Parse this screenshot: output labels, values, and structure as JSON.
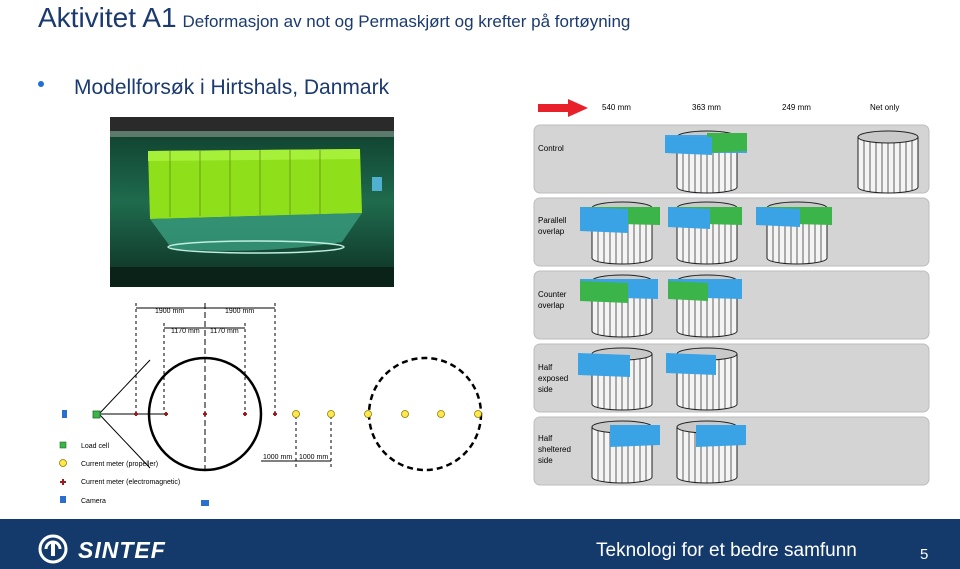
{
  "slide": {
    "title": "Aktivitet A1",
    "subtitle": "Deformasjon av not og Permaskjørt og krefter på fortøyning",
    "bullet": "Modellforsøk i Hirtshals, Danmark"
  },
  "diagram": {
    "dim_top_a": "1900 mm",
    "dim_top_b": "1900 mm",
    "dim_mid_a": "1170 mm",
    "dim_mid_b": "1170 mm",
    "dim_bottom_a": "1000 mm",
    "dim_bottom_b": "1000 mm",
    "legend": [
      {
        "symbol": "green-square",
        "label": "Load cell"
      },
      {
        "symbol": "yellow-circle",
        "label": "Current meter (propeller)"
      },
      {
        "symbol": "red-cross",
        "label": "Current meter (electromagnetic)"
      },
      {
        "symbol": "blue-camera",
        "label": "Camera"
      }
    ]
  },
  "configs": {
    "columns": [
      "540 mm",
      "363 mm",
      "249 mm",
      "Net only"
    ],
    "rows": [
      {
        "label_line1": "Control",
        "label_line2": "",
        "label_line3": ""
      },
      {
        "label_line1": "Parallell",
        "label_line2": "overlap",
        "label_line3": ""
      },
      {
        "label_line1": "Counter",
        "label_line2": "overlap",
        "label_line3": ""
      },
      {
        "label_line1": "Half",
        "label_line2": "exposed",
        "label_line3": "side"
      },
      {
        "label_line1": "Half",
        "label_line2": "sheltered",
        "label_line3": "side"
      }
    ]
  },
  "footer": {
    "logo_text": "SINTEF",
    "tagline": "Teknologi for et bedre samfunn",
    "page_number": "5"
  },
  "colors": {
    "title": "#1b3a70",
    "footer_bg": "#143a6b",
    "skirt_blue": "#3aa3e6",
    "skirt_green": "#3bb54a",
    "arrow_red": "#e8202a",
    "net_green": "#8fe01a"
  }
}
